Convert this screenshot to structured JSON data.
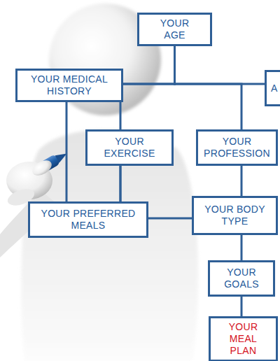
{
  "diagram": {
    "nodes": [
      {
        "text": [
          "YOUR AGE"
        ]
      },
      {
        "text": [
          "YOUR MEDICAL HISTORY"
        ]
      },
      {
        "text": [
          "A"
        ]
      },
      {
        "text": [
          "YOUR EXERCISE"
        ]
      },
      {
        "text": [
          "YOUR PROFESSION"
        ]
      },
      {
        "text": [
          "YOUR PREFERRED MEALS"
        ]
      },
      {
        "text": [
          "YOUR BODY TYPE"
        ]
      },
      {
        "text": [
          "YOUR GOALS"
        ]
      },
      {
        "text": [
          "YOUR MEAL PLAN"
        ]
      }
    ],
    "edges": [
      {
        "from": 0,
        "to": 1,
        "arrow": "none"
      },
      {
        "from": 0,
        "to": 2,
        "arrow": "none"
      },
      {
        "from": 0,
        "to": 3,
        "arrow": "none"
      },
      {
        "from": 0,
        "to": 4,
        "arrow": "none"
      },
      {
        "from": 1,
        "to": 5,
        "arrow": "none"
      },
      {
        "from": 3,
        "to": 5,
        "arrow": "none"
      },
      {
        "from": 3,
        "to": 6,
        "arrow": "none"
      },
      {
        "from": 4,
        "to": 6,
        "arrow": "none"
      },
      {
        "from": 6,
        "to": 7,
        "arrow": "none"
      },
      {
        "from": 7,
        "to": 8,
        "arrow": "none"
      }
    ]
  }
}
